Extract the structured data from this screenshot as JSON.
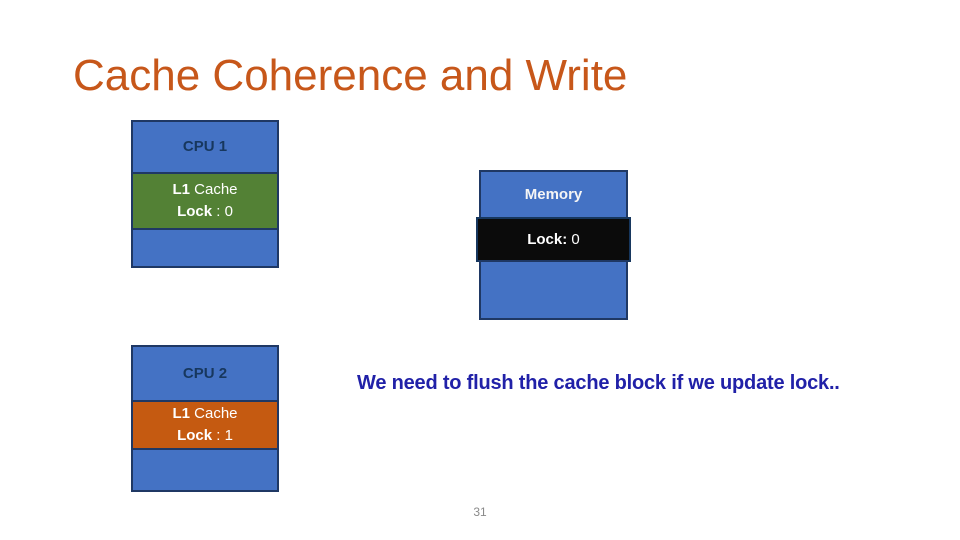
{
  "slide": {
    "title": "Cache Coherence and Write",
    "note": "We need to flush the cache block if we update lock..",
    "page_number": "31"
  },
  "cpu1": {
    "title": "CPU 1",
    "cache_bold": "L1",
    "cache_rest": " Cache",
    "lock_bold": "Lock",
    "lock_rest": " : 0"
  },
  "memory": {
    "title": "Memory",
    "lock_bold": "Lock:",
    "lock_rest": " 0"
  },
  "cpu2": {
    "title": "CPU 2",
    "cache_bold": "L1",
    "cache_rest": " Cache",
    "lock_bold": "Lock",
    "lock_rest": " : 1"
  },
  "colors": {
    "title_orange": "#C7571A",
    "box_blue": "#4472C4",
    "box_border_navy": "#1F3864",
    "cache_green": "#538135",
    "cache_orange": "#C55A11",
    "memory_lock_black": "#0B0B0B",
    "note_blue": "#2121A8",
    "cpu_label_navy": "#17375E",
    "page_number_gray": "#8A8A8A",
    "background": "#FFFFFF"
  }
}
